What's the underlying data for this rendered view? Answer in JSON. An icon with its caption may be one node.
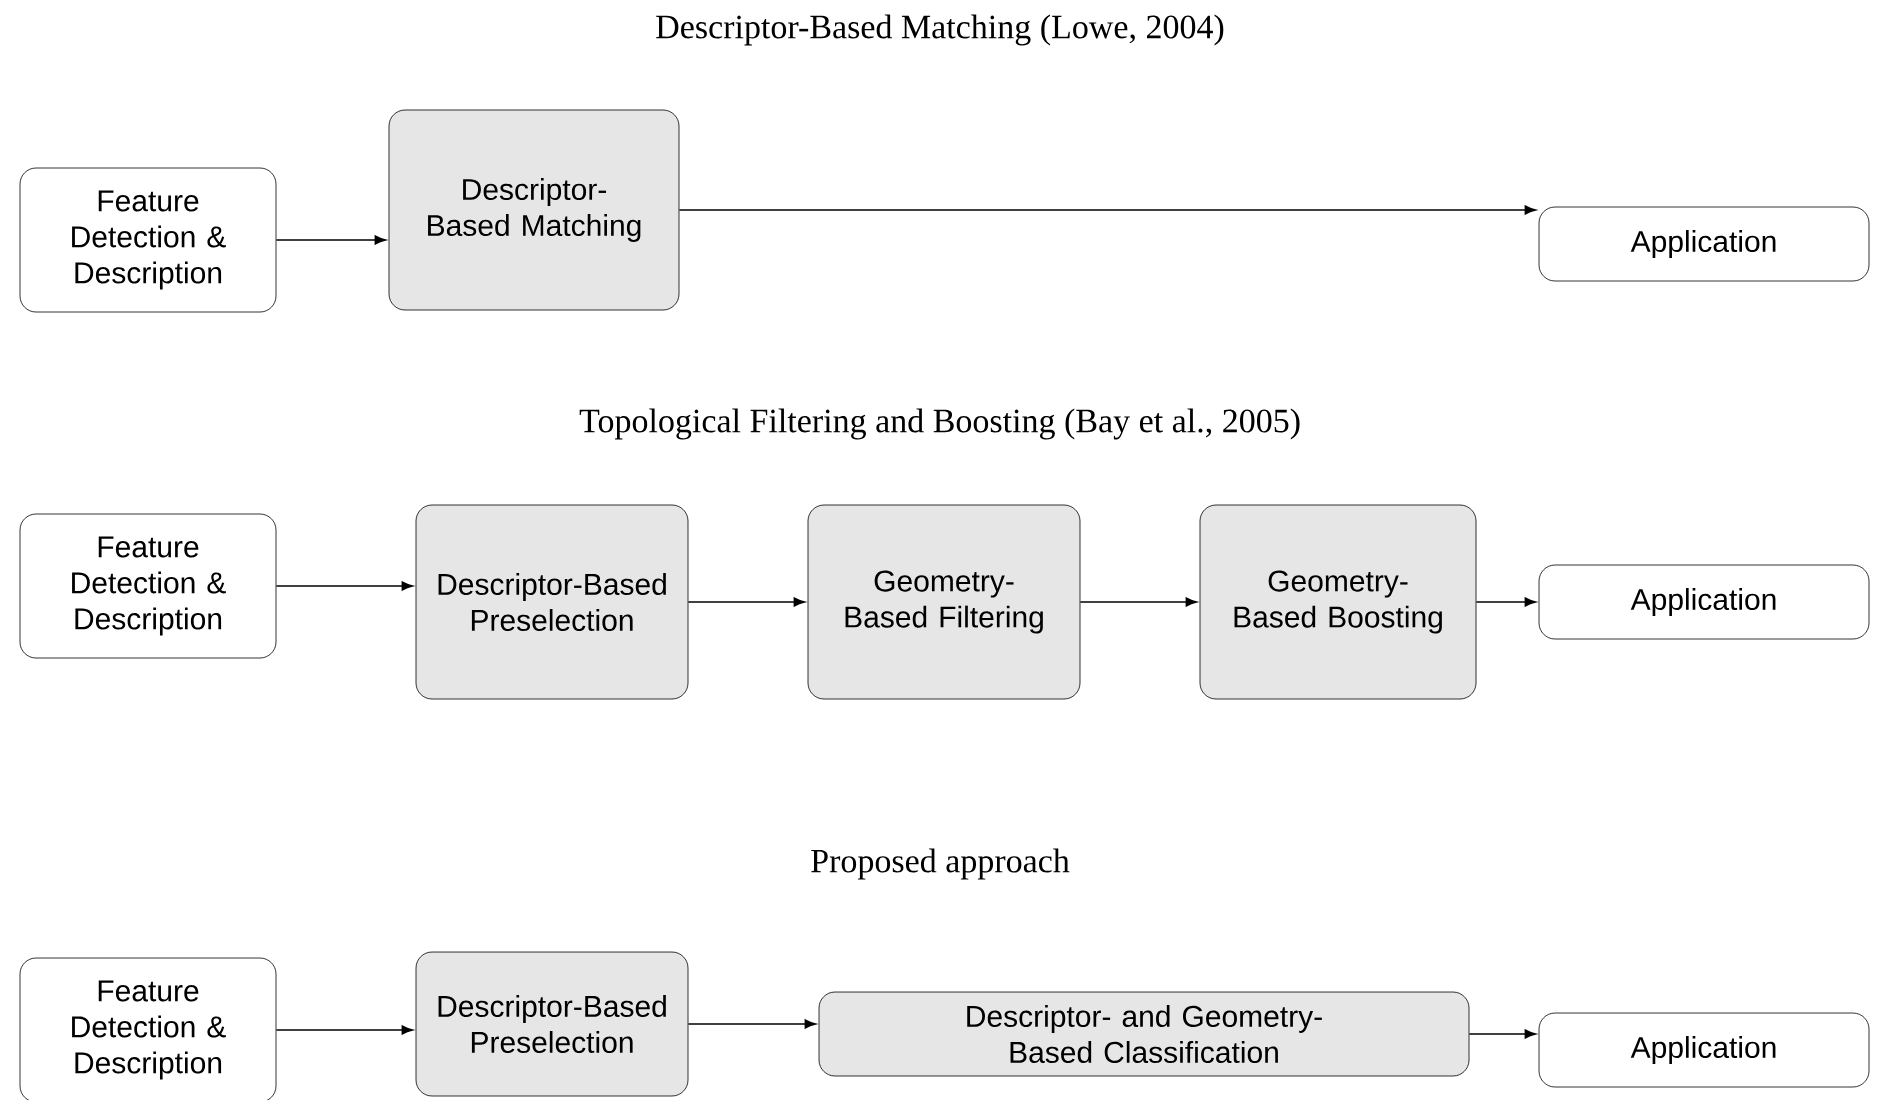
{
  "diagram": {
    "nodes": [
      {
        "text": [
          "Feature Detection & Description"
        ]
      },
      {
        "text": [
          "Descriptor-Based Matching"
        ]
      },
      {
        "text": [
          "Application"
        ]
      },
      {
        "text": [
          "Feature Detection & Description"
        ]
      },
      {
        "text": [
          "Descriptor-Based Preselection"
        ]
      },
      {
        "text": [
          "Geometry-Based Filtering"
        ]
      },
      {
        "text": [
          "Geometry-Based Boosting"
        ]
      },
      {
        "text": [
          "Application"
        ]
      },
      {
        "text": [
          "Feature Detection & Description"
        ]
      },
      {
        "text": [
          "Descriptor-Based Preselection"
        ]
      },
      {
        "text": [
          "Descriptor- and Geometry-Based Classification"
        ]
      },
      {
        "text": [
          "Application"
        ]
      }
    ],
    "edges": [
      {
        "from": 0,
        "to": 1,
        "arrow": "to"
      },
      {
        "from": 1,
        "to": 2,
        "arrow": "to"
      },
      {
        "from": 3,
        "to": 4,
        "arrow": "to"
      },
      {
        "from": 4,
        "to": 5,
        "arrow": "to"
      },
      {
        "from": 5,
        "to": 6,
        "arrow": "to"
      },
      {
        "from": 6,
        "to": 7,
        "arrow": "to"
      },
      {
        "from": 8,
        "to": 9,
        "arrow": "to"
      },
      {
        "from": 9,
        "to": 10,
        "arrow": "to"
      },
      {
        "from": 10,
        "to": 11,
        "arrow": "to"
      }
    ],
    "labels": [
      "Descriptor-Based Matching (Lowe, 2004)",
      "Topological Filtering and Boosting (Bay et al., 2005)",
      "Proposed approach"
    ]
  }
}
